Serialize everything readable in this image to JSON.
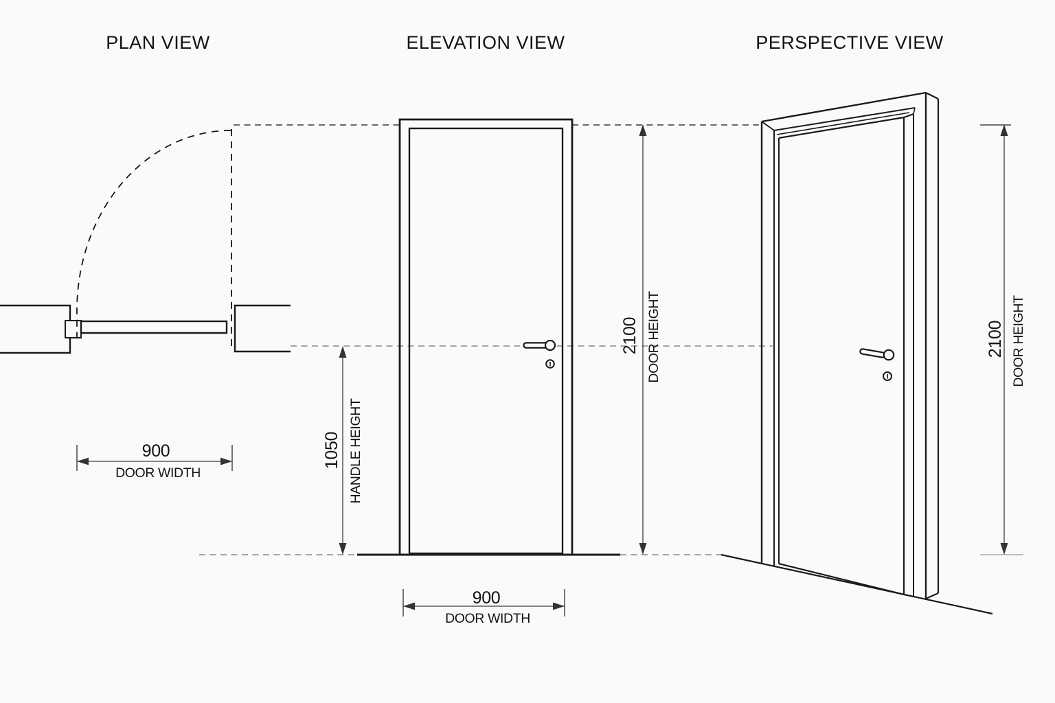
{
  "document": {
    "type": "door-technical-drawing",
    "views_count": 3
  },
  "colors": {
    "background": "#fafaf9",
    "line": "#1a1a1a",
    "dimension_line": "#3c3c3c",
    "dimension_text": "#131313",
    "projection_dash_light": "#999999",
    "projection_dash_dark": "#555555",
    "swing_dash": "#161616",
    "tick_light": "#aaaaaa"
  },
  "views": {
    "plan": {
      "title": "PLAN VIEW",
      "width_dimension": {
        "value": "900",
        "label": "DOOR WIDTH"
      }
    },
    "elevation": {
      "title": "ELEVATION VIEW",
      "width_dimension": {
        "value": "900",
        "label": "DOOR WIDTH"
      },
      "height_dimension": {
        "value": "2100",
        "label": "DOOR HEIGHT"
      },
      "handle_dimension": {
        "value": "1050",
        "label": "HANDLE HEIGHT"
      }
    },
    "perspective": {
      "title": "PERSPECTIVE VIEW",
      "height_dimension": {
        "value": "2100",
        "label": "DOOR HEIGHT"
      }
    }
  }
}
